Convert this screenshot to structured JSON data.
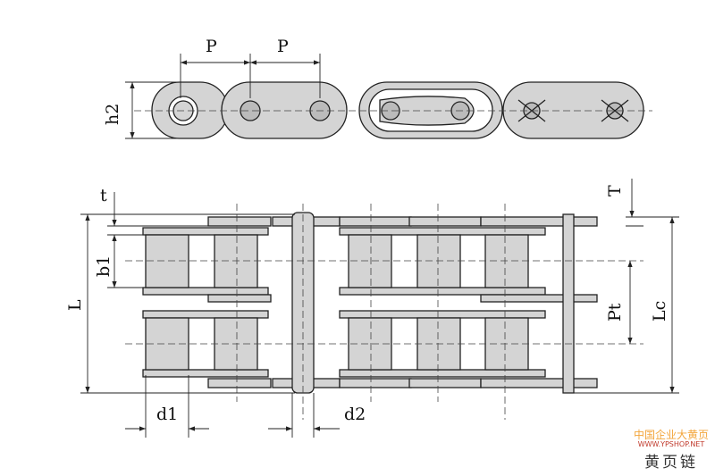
{
  "title": "Double strand roller chain dimension drawing",
  "labels": {
    "pitch_1": "P",
    "pitch_2": "P",
    "plate_height": "h2",
    "plate_thickness": "t",
    "inner_width": "b1",
    "pin_length": "L",
    "transverse_pitch": "Pt",
    "connecting_pin_length": "Lc",
    "connecting_plate_thickness": "T",
    "roller_diameter": "d1",
    "pin_diameter": "d2"
  },
  "watermark": {
    "line1": "中国企业大黄页",
    "line2": "WWW.YPSHOP.NET",
    "line3": "黄页链"
  },
  "colors": {
    "plate": "#d4d4d4",
    "line": "#222222",
    "watermark_orange": "#f3a63c",
    "watermark_red": "#c0392b"
  }
}
